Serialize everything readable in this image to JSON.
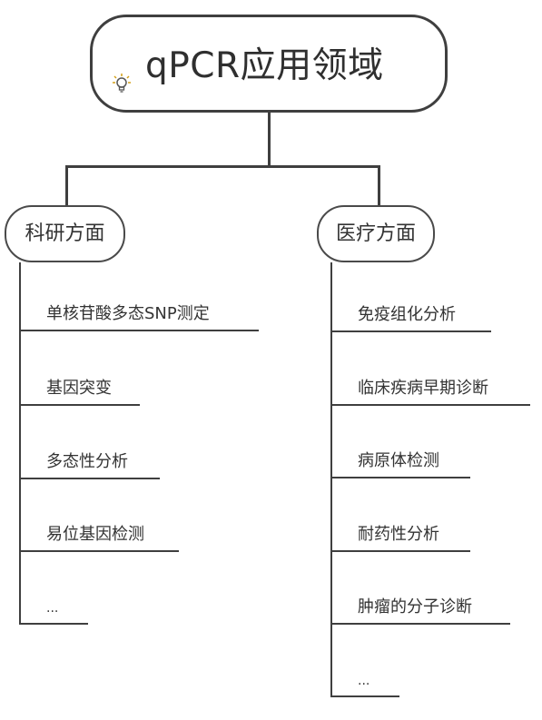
{
  "root": {
    "title": "qPCR应用领域",
    "icon": "lightbulb-icon"
  },
  "branches": [
    {
      "label": "科研方面",
      "items": [
        "单核苷酸多态SNP测定",
        "基因突变",
        "多态性分析",
        "易位基因检测",
        "..."
      ]
    },
    {
      "label": "医疗方面",
      "items": [
        "免疫组化分析",
        "临床疾病早期诊断",
        "病原体检测",
        "耐药性分析",
        "肿瘤的分子诊断",
        "..."
      ]
    }
  ],
  "colors": {
    "line": "#3f3f3f",
    "text": "#333333",
    "bulb": "#d4a017"
  }
}
